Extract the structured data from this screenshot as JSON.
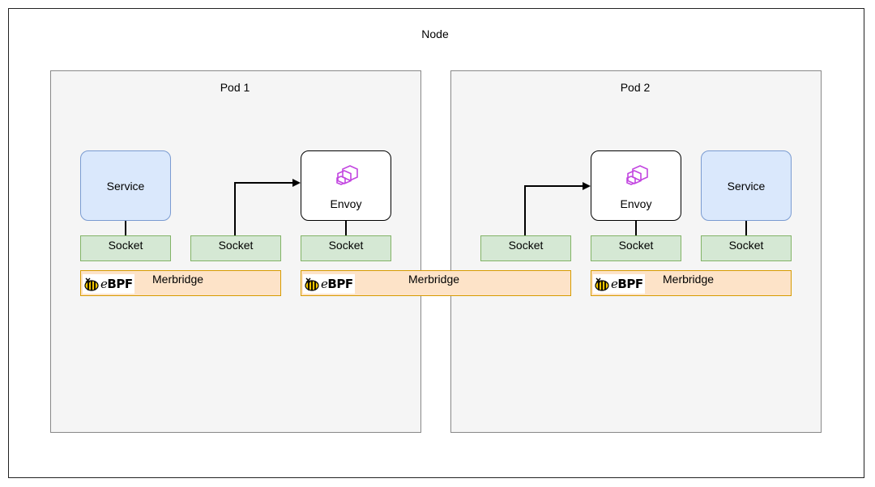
{
  "node": {
    "label": "Node"
  },
  "pods": [
    {
      "label": "Pod 1"
    },
    {
      "label": "Pod 2"
    }
  ],
  "components": {
    "service_label": "Service",
    "envoy_label": "Envoy",
    "socket_label": "Socket",
    "merbridge_label": "Merbridge",
    "ebpf_logo": {
      "prefix": "e",
      "text": "BPF"
    }
  },
  "colors": {
    "service_fill": "#dae8fc",
    "socket_fill": "#d5e8d4",
    "merbridge_fill": "#fde3c8",
    "envoy_logo": "#c245e0",
    "pod_fill": "#f5f5f5"
  }
}
